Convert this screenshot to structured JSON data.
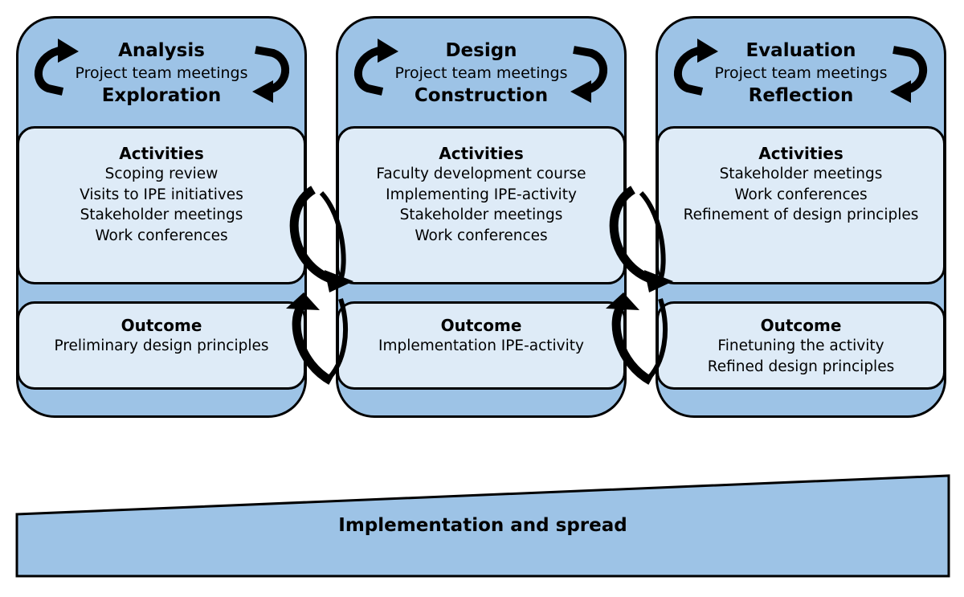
{
  "colors": {
    "outer": "#9dc3e6",
    "inner": "#deebf7",
    "stroke": "#000000",
    "banner": "#9dc3e6"
  },
  "phases": [
    {
      "title": "Analysis",
      "meeting": "Project team meetings",
      "subtitle": "Exploration",
      "activities_title": "Activities",
      "activities": [
        "Scoping review",
        "Visits to IPE initiatives",
        "Stakeholder meetings",
        "Work conferences"
      ],
      "outcome_title": "Outcome",
      "outcomes": [
        "Preliminary design principles"
      ]
    },
    {
      "title": "Design",
      "meeting": "Project team meetings",
      "subtitle": "Construction",
      "activities_title": "Activities",
      "activities": [
        "Faculty development course",
        "Implementing IPE-activity",
        "Stakeholder meetings",
        "Work conferences"
      ],
      "outcome_title": "Outcome",
      "outcomes": [
        "Implementation IPE-activity"
      ]
    },
    {
      "title": "Evaluation",
      "meeting": "Project team meetings",
      "subtitle": "Reflection",
      "activities_title": "Activities",
      "activities": [
        "Stakeholder meetings",
        "Work conferences",
        "Refinement of design principles"
      ],
      "outcome_title": "Outcome",
      "outcomes": [
        "Finetuning the activity",
        "Refined design principles"
      ]
    }
  ],
  "banner": {
    "label": "Implementation and spread"
  }
}
